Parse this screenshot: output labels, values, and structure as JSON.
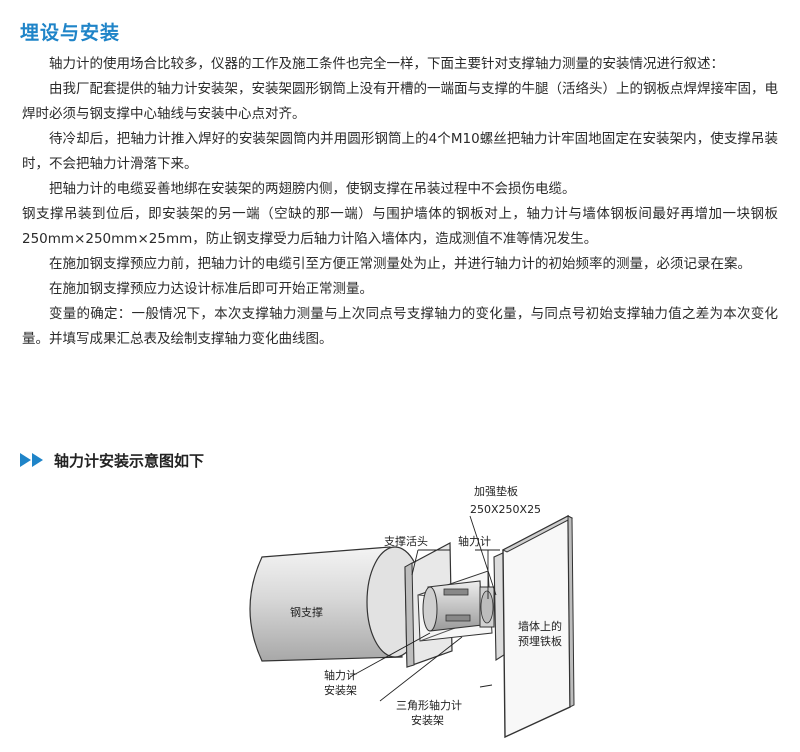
{
  "title": "埋设与安装",
  "paragraphs": [
    "轴力计的使用场合比较多，仪器的工作及施工条件也完全一样，下面主要针对支撑轴力测量的安装情况进行叙述：",
    "由我厂配套提供的轴力计安装架，安装架圆形钢筒上没有开槽的一端面与支撑的牛腿（活络头）上的钢板点焊焊接牢固，电焊时必须与钢支撑中心轴线与安装中心点对齐。",
    "待冷却后，把轴力计推入焊好的安装架圆筒内并用圆形钢筒上的4个M10螺丝把轴力计牢固地固定在安装架内，使支撑吊装时，不会把轴力计滑落下来。",
    "把轴力计的电缆妥善地绑在安装架的两翅膀内侧，使钢支撑在吊装过程中不会损伤电缆。",
    "钢支撑吊装到位后，即安装架的另一端（空缺的那一端）与围护墙体的钢板对上，轴力计与墙体钢板间最好再增加一块钢板250mm×250mm×25mm，防止钢支撑受力后轴力计陷入墙体内，造成测值不准等情况发生。",
    "在施加钢支撑预应力前，把轴力计的电缆引至方便正常测量处为止，并进行轴力计的初始频率的测量，必须记录在案。",
    "在施加钢支撑预应力达设计标准后即可开始正常测量。",
    "变量的确定：一般情况下，本次支撑轴力测量与上次同点号支撑轴力的变化量，与同点号初始支撑轴力值之差为本次变化量。并填写成果汇总表及绘制支撑轴力变化曲线图。"
  ],
  "section_title": "轴力计安装示意图如下",
  "diagram": {
    "plate_label_1": "加强垫板",
    "plate_label_2": "250X250X25",
    "head_label": "支撑活头",
    "gauge_label": "轴力计",
    "steel_label": "钢支撑",
    "wall_label_1": "墙体上的",
    "wall_label_2": "预埋铁板",
    "mount_label_1": "轴力计",
    "mount_label_2": "安装架",
    "tri_label_1": "三角形轴力计",
    "tri_label_2": "安装架"
  }
}
